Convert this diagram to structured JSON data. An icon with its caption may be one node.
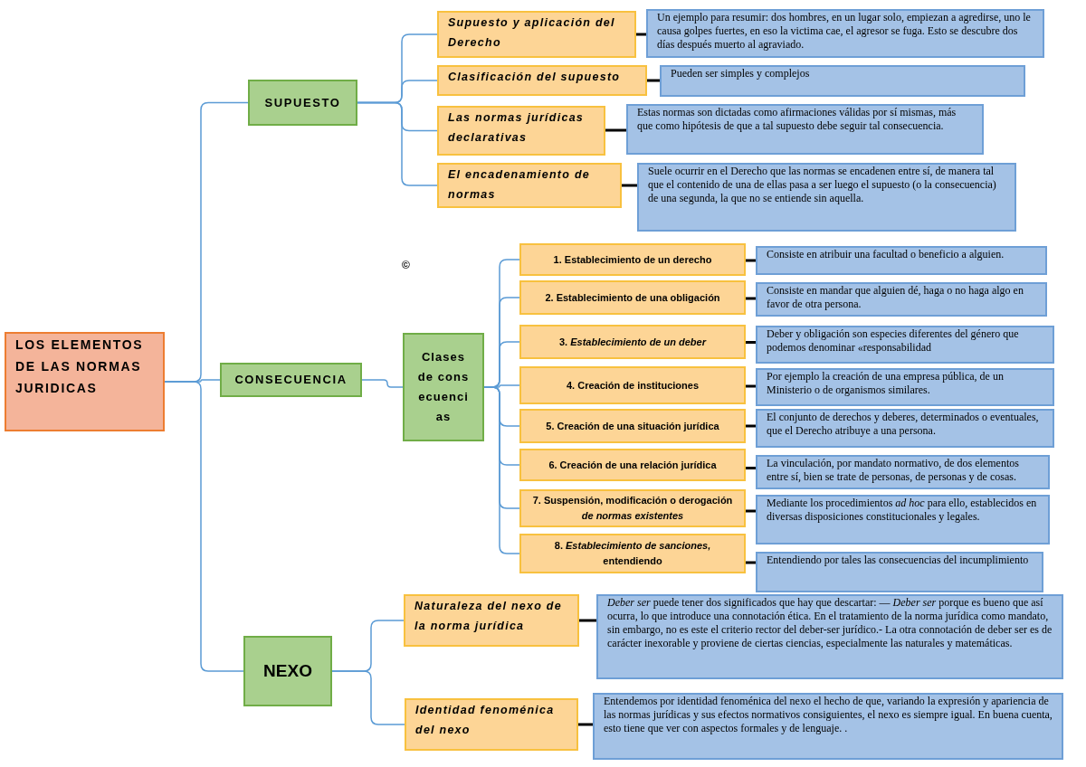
{
  "diagram": {
    "nodes": [
      {
        "text": [
          "LOS ELEMENTOS DE LAS NORMAS JURIDICAS"
        ]
      },
      {
        "text": [
          "SUPUESTO"
        ]
      },
      {
        "text": [
          "Supuesto y aplicación del Derecho"
        ]
      },
      {
        "text": [
          "Un ejemplo para resumir: dos hombres, en un lugar solo, empiezan a agredirse, uno le causa golpes fuertes, en eso la victima cae, el agresor se fuga. Esto se descubre dos días después muerto al agraviado."
        ]
      },
      {
        "text": [
          "Clasificación del supuesto"
        ]
      },
      {
        "text": [
          "Pueden ser simples y complejos"
        ]
      },
      {
        "text": [
          "Las normas jurídicas declarativas"
        ]
      },
      {
        "text": [
          "Estas normas son dictadas como afirmaciones válidas por sí mismas, más que como hipótesis de que a tal supuesto debe seguir tal consecuencia."
        ]
      },
      {
        "text": [
          "El encadenamiento de normas"
        ]
      },
      {
        "text": [
          "Suele ocurrir en el Derecho que las normas se encadenen entre sí, de manera tal que el contenido de una de ellas pasa a ser luego el supuesto (o la consecuencia) de una segunda, la que no se entiende sin aquella."
        ]
      },
      {
        "text": [
          "CONSECUENCIA"
        ]
      },
      {
        "text": [
          "Clases de consecuencias"
        ]
      },
      {
        "text": [
          "1. Establecimiento de un derecho"
        ]
      },
      {
        "text": [
          "Consiste en atribuir una facultad o beneficio a alguien."
        ]
      },
      {
        "text": [
          "2. Establecimiento de una obligación"
        ]
      },
      {
        "text": [
          "Consiste en mandar que alguien dé, haga o no haga algo en favor de otra persona."
        ]
      },
      {
        "text": [
          "3. *Establecimiento de un deber*"
        ]
      },
      {
        "text": [
          "Deber y obligación son especies diferentes del género que podemos denominar «responsabilidad"
        ]
      },
      {
        "text": [
          "4. Creación de instituciones"
        ]
      },
      {
        "text": [
          "Por ejemplo la creación de una empresa pública, de un Ministerio o de organismos similares."
        ]
      },
      {
        "text": [
          "5. Creación de una situación jurídica"
        ]
      },
      {
        "text": [
          "El conjunto de derechos y deberes, determinados o eventuales, que el Derecho atribuye a una persona."
        ]
      },
      {
        "text": [
          "6. Creación de una relación jurídica"
        ]
      },
      {
        "text": [
          "La vinculación, por mandato normativo, de dos elementos entre sí, bien se trate de personas, de personas y de cosas."
        ]
      },
      {
        "text": [
          "7. Suspensión, modificación o derogación *de normas existentes*"
        ]
      },
      {
        "text": [
          "Mediante los procedimientos *ad hoc* para ello, establecidos en diversas disposiciones constitucionales y legales."
        ]
      },
      {
        "text": [
          "8. *Establecimiento de sanciones,* entendiendo"
        ]
      },
      {
        "text": [
          "Entendiendo por tales las consecuencias del incumplimiento"
        ]
      },
      {
        "text": [
          "NEXO"
        ]
      },
      {
        "text": [
          "Naturaleza del nexo de la norma jurídica"
        ]
      },
      {
        "text": [
          "*Deber ser* puede tener dos significados que hay que descartar: — *Deber ser* porque es bueno que así ocurra, lo que introduce una connotación ética. En el tratamiento de la norma jurídica como mandato, sin embargo, no es este el criterio rector del deber-ser jurídico.- La otra connotación de deber ser es de carácter inexorable y proviene de ciertas ciencias, especialmente las naturales y matemáticas."
        ]
      },
      {
        "text": [
          "Identidad fenoménica del nexo"
        ]
      },
      {
        "text": [
          "Entendemos por identidad fenoménica del nexo el hecho de que, variando la expresión y apariencia de las normas jurídicas y sus efectos normativos consiguientes, el nexo es siempre igual. En buena cuenta, esto tiene que ver con aspectos formales y de lenguaje. ."
        ]
      }
    ],
    "edges": [
      {
        "from": 0,
        "to": 1,
        "arrow": "none"
      },
      {
        "from": 0,
        "to": 10,
        "arrow": "none"
      },
      {
        "from": 0,
        "to": 28,
        "arrow": "none"
      },
      {
        "from": 1,
        "to": 2,
        "arrow": "none"
      },
      {
        "from": 1,
        "to": 4,
        "arrow": "none"
      },
      {
        "from": 1,
        "to": 6,
        "arrow": "none"
      },
      {
        "from": 1,
        "to": 8,
        "arrow": "none"
      },
      {
        "from": 2,
        "to": 3,
        "arrow": "none",
        "color": "#000000"
      },
      {
        "from": 4,
        "to": 5,
        "arrow": "none",
        "color": "#000000"
      },
      {
        "from": 6,
        "to": 7,
        "arrow": "none",
        "color": "#000000"
      },
      {
        "from": 8,
        "to": 9,
        "arrow": "none",
        "color": "#000000"
      },
      {
        "from": 10,
        "to": 11,
        "arrow": "none"
      },
      {
        "from": 11,
        "to": 12,
        "arrow": "none"
      },
      {
        "from": 11,
        "to": 14,
        "arrow": "none"
      },
      {
        "from": 11,
        "to": 16,
        "arrow": "none"
      },
      {
        "from": 11,
        "to": 18,
        "arrow": "none"
      },
      {
        "from": 11,
        "to": 20,
        "arrow": "none"
      },
      {
        "from": 11,
        "to": 22,
        "arrow": "none"
      },
      {
        "from": 11,
        "to": 24,
        "arrow": "none"
      },
      {
        "from": 11,
        "to": 26,
        "arrow": "none"
      },
      {
        "from": 12,
        "to": 13,
        "arrow": "none",
        "color": "#000000"
      },
      {
        "from": 14,
        "to": 15,
        "arrow": "none",
        "color": "#000000"
      },
      {
        "from": 16,
        "to": 17,
        "arrow": "none",
        "color": "#000000"
      },
      {
        "from": 18,
        "to": 19,
        "arrow": "none",
        "color": "#000000"
      },
      {
        "from": 20,
        "to": 21,
        "arrow": "none",
        "color": "#000000"
      },
      {
        "from": 22,
        "to": 23,
        "arrow": "none",
        "color": "#000000"
      },
      {
        "from": 24,
        "to": 25,
        "arrow": "none",
        "color": "#000000"
      },
      {
        "from": 26,
        "to": 27,
        "arrow": "none",
        "color": "#000000"
      },
      {
        "from": 28,
        "to": 29,
        "arrow": "none"
      },
      {
        "from": 28,
        "to": 31,
        "arrow": "none"
      },
      {
        "from": 29,
        "to": 30,
        "arrow": "none",
        "color": "#000000"
      },
      {
        "from": 31,
        "to": 32,
        "arrow": "none",
        "color": "#000000"
      }
    ],
    "labels": [
      "©"
    ]
  }
}
